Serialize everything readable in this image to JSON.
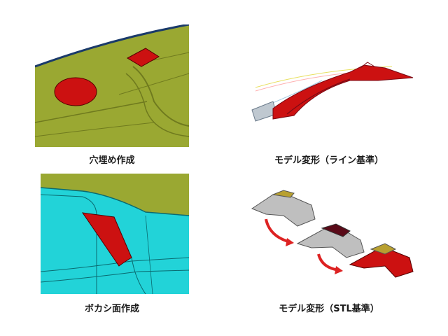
{
  "panels": [
    {
      "caption": "穴埋め作成"
    },
    {
      "caption": "モデル変形（ライン基準）"
    },
    {
      "caption": "ボカシ面作成"
    },
    {
      "caption": "モデル変形（STL基準）"
    }
  ],
  "colors": {
    "olive": "#9aa832",
    "cyan": "#22d3d8",
    "red": "#cc1111",
    "darkred": "#7a0a14",
    "gray": "#bfbfbf"
  }
}
